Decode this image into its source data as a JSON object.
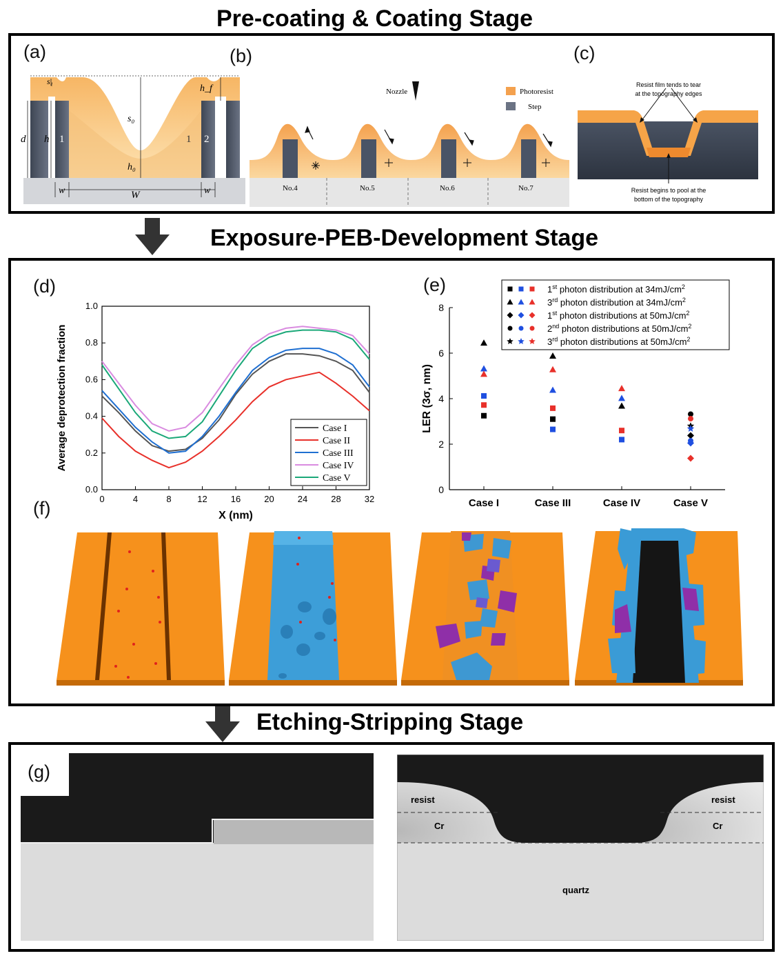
{
  "stages": {
    "coating": "Pre-coating & Coating Stage",
    "exposure": "Exposure-PEB-Development Stage",
    "etching": "Etching-Stripping Stage"
  },
  "panel_labels": {
    "a": "(a)",
    "b": "(b)",
    "c": "(c)",
    "d": "(d)",
    "e": "(e)",
    "f": "(f)",
    "g": "(g)"
  },
  "panel_a": {
    "s1": "s₁",
    "hf": "h_f",
    "s0": "s₀",
    "d": "d",
    "h": "h",
    "h0": "h₀",
    "step1_left": "1",
    "step1_right": "1",
    "step2": "2",
    "w_left": "w",
    "W": "W",
    "w_right": "w"
  },
  "panel_b": {
    "nozzle": "Nozzle",
    "legend_photoresist": "Photoresist",
    "legend_step": "Step",
    "steps": [
      "No.4",
      "No.5",
      "No.6",
      "No.7"
    ]
  },
  "panel_c": {
    "annotation_top": "Resist film tends to tear at the topography edges",
    "annotation_top_line1": "Resist film tends to tear",
    "annotation_top_line2": "at the topography edges",
    "annotation_bottom_line1": "Resist begins to pool at the",
    "annotation_bottom_line2": "bottom of the topography"
  },
  "panel_g": {
    "resist_left": "resist",
    "resist_right": "resist",
    "cr_left": "Cr",
    "cr_right": "Cr",
    "quartz": "quartz"
  },
  "chart_data": [
    {
      "type": "line",
      "panel": "(d)",
      "xlabel": "X (nm)",
      "ylabel": "Average deprotection fraction",
      "xlim": [
        0,
        32
      ],
      "ylim": [
        0.0,
        1.0
      ],
      "xticks": [
        0,
        4,
        8,
        12,
        16,
        20,
        24,
        28,
        32
      ],
      "yticks": [
        0.0,
        0.2,
        0.4,
        0.6,
        0.8,
        1.0
      ],
      "legend_position": "lower-right",
      "x": [
        0,
        2,
        4,
        6,
        8,
        10,
        12,
        14,
        16,
        18,
        20,
        22,
        24,
        26,
        28,
        30,
        32
      ],
      "series": [
        {
          "name": "Case I",
          "color": "#555555",
          "values": [
            0.51,
            0.42,
            0.32,
            0.24,
            0.21,
            0.22,
            0.28,
            0.38,
            0.52,
            0.63,
            0.7,
            0.74,
            0.74,
            0.73,
            0.7,
            0.65,
            0.53
          ]
        },
        {
          "name": "Case II",
          "color": "#e8302a",
          "values": [
            0.39,
            0.29,
            0.21,
            0.16,
            0.12,
            0.15,
            0.21,
            0.29,
            0.38,
            0.48,
            0.56,
            0.6,
            0.62,
            0.64,
            0.58,
            0.51,
            0.43
          ]
        },
        {
          "name": "Case III",
          "color": "#1f6fd1",
          "values": [
            0.54,
            0.44,
            0.34,
            0.26,
            0.2,
            0.21,
            0.29,
            0.4,
            0.53,
            0.65,
            0.72,
            0.76,
            0.77,
            0.77,
            0.74,
            0.68,
            0.56
          ]
        },
        {
          "name": "Case IV",
          "color": "#d98be0",
          "values": [
            0.7,
            0.58,
            0.46,
            0.36,
            0.32,
            0.34,
            0.42,
            0.55,
            0.68,
            0.79,
            0.85,
            0.88,
            0.89,
            0.88,
            0.87,
            0.84,
            0.74
          ]
        },
        {
          "name": "Case V",
          "color": "#1aa878",
          "values": [
            0.68,
            0.55,
            0.42,
            0.32,
            0.28,
            0.29,
            0.37,
            0.51,
            0.65,
            0.77,
            0.83,
            0.86,
            0.87,
            0.87,
            0.86,
            0.82,
            0.71
          ]
        }
      ]
    },
    {
      "type": "scatter",
      "panel": "(e)",
      "ylabel": "LER (3σ, nm)",
      "ylim": [
        0,
        8
      ],
      "yticks": [
        0,
        2,
        4,
        6,
        8
      ],
      "categories": [
        "Case I",
        "Case III",
        "Case IV",
        "Case V"
      ],
      "legend_position": "top",
      "legend": [
        {
          "markers": "square",
          "text_pre": "1",
          "sup": "st",
          "text": " photon distribution at 34mJ/cm",
          "sup2": "2"
        },
        {
          "markers": "triangle",
          "text_pre": "3",
          "sup": "rd",
          "text": " photon distribution at 34mJ/cm",
          "sup2": "2"
        },
        {
          "markers": "diamond",
          "text_pre": "1",
          "sup": "st",
          "text": " photon distributions at 50mJ/cm",
          "sup2": "2"
        },
        {
          "markers": "circle",
          "text_pre": "2",
          "sup": "nd",
          "text": " photon distributions at 50mJ/cm",
          "sup2": "2"
        },
        {
          "markers": "star",
          "text_pre": "3",
          "sup": "rd",
          "text": " photon distributions at 50mJ/cm",
          "sup2": "2"
        }
      ],
      "points": [
        {
          "cat": 0,
          "shape": "square",
          "color": "#000000",
          "y": 3.25
        },
        {
          "cat": 0,
          "shape": "square",
          "color": "#e8302a",
          "y": 3.72
        },
        {
          "cat": 0,
          "shape": "square",
          "color": "#1f4fe0",
          "y": 4.12
        },
        {
          "cat": 0,
          "shape": "triangle",
          "color": "#000000",
          "y": 6.45
        },
        {
          "cat": 0,
          "shape": "triangle",
          "color": "#1f4fe0",
          "y": 5.32
        },
        {
          "cat": 0,
          "shape": "triangle",
          "color": "#e8302a",
          "y": 5.08
        },
        {
          "cat": 1,
          "shape": "square",
          "color": "#000000",
          "y": 3.1
        },
        {
          "cat": 1,
          "shape": "square",
          "color": "#1f4fe0",
          "y": 2.65
        },
        {
          "cat": 1,
          "shape": "square",
          "color": "#e8302a",
          "y": 3.58
        },
        {
          "cat": 1,
          "shape": "triangle",
          "color": "#000000",
          "y": 5.88
        },
        {
          "cat": 1,
          "shape": "triangle",
          "color": "#e8302a",
          "y": 5.28
        },
        {
          "cat": 1,
          "shape": "triangle",
          "color": "#1f4fe0",
          "y": 4.38
        },
        {
          "cat": 2,
          "shape": "triangle",
          "color": "#e8302a",
          "y": 4.45
        },
        {
          "cat": 2,
          "shape": "triangle",
          "color": "#1f4fe0",
          "y": 4.02
        },
        {
          "cat": 2,
          "shape": "triangle",
          "color": "#000000",
          "y": 3.68
        },
        {
          "cat": 2,
          "shape": "square",
          "color": "#e8302a",
          "y": 2.6
        },
        {
          "cat": 2,
          "shape": "square",
          "color": "#1f4fe0",
          "y": 2.2
        },
        {
          "cat": 3,
          "shape": "circle",
          "color": "#000000",
          "y": 3.32
        },
        {
          "cat": 3,
          "shape": "circle",
          "color": "#e8302a",
          "y": 3.12
        },
        {
          "cat": 3,
          "shape": "star",
          "color": "#000000",
          "y": 2.8
        },
        {
          "cat": 3,
          "shape": "star",
          "color": "#1f4fe0",
          "y": 2.68
        },
        {
          "cat": 3,
          "shape": "diamond",
          "color": "#000000",
          "y": 2.38
        },
        {
          "cat": 3,
          "shape": "circle",
          "color": "#1f4fe0",
          "y": 2.15
        },
        {
          "cat": 3,
          "shape": "diamond",
          "color": "#1f4fe0",
          "y": 2.05
        },
        {
          "cat": 3,
          "shape": "diamond",
          "color": "#e8302a",
          "y": 1.38
        }
      ]
    }
  ]
}
